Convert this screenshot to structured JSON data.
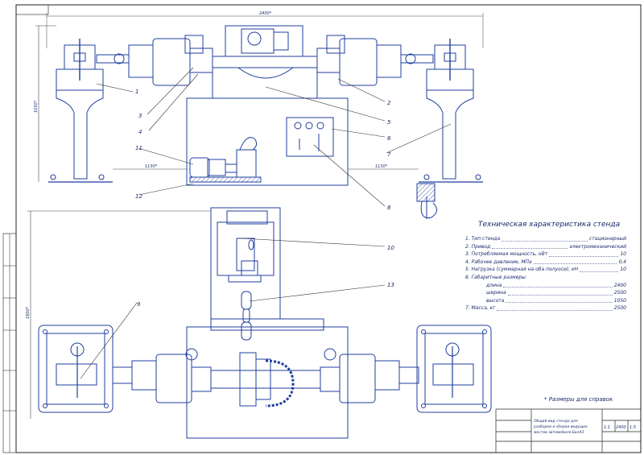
{
  "drawing": {
    "dimensions": {
      "overall_length": "2400*",
      "overall_height": "1050*",
      "left_offset": "1130*",
      "right_offset": "1130*",
      "plan_height": "1600*"
    },
    "callouts": [
      "1",
      "2",
      "3",
      "4",
      "5",
      "6",
      "7",
      "8",
      "9",
      "10",
      "11",
      "12",
      "13"
    ],
    "spec": {
      "title": "Техническая характеристика стенда",
      "items": [
        {
          "label": "1. Тип стенда",
          "value": "стационарный"
        },
        {
          "label": "2. Привод",
          "value": "электромеханический"
        },
        {
          "label": "3. Потребляемая мощность, кВт",
          "value": "10"
        },
        {
          "label": "4. Рабочее давление, МПа",
          "value": "0,4"
        },
        {
          "label": "5. Нагрузка (суммарная на оба полуоси), кН",
          "value": "10"
        },
        {
          "label": "6. Габаритные размеры",
          "value": ""
        },
        {
          "label": "длина",
          "value": "2400"
        },
        {
          "label": "ширина",
          "value": "2500"
        },
        {
          "label": "высота",
          "value": "1050"
        },
        {
          "label": "7. Масса, кг",
          "value": "2500"
        }
      ],
      "footnote": "* Размеры для справок"
    },
    "titleblock": {
      "name_line1": "Общий вид стенда для",
      "name_line2": "разборки и сборки ведущих",
      "name_line3": "мостов автомобиля БелАЗ",
      "scale": "2400",
      "sheet": "1:5",
      "mass": "1:1"
    }
  }
}
